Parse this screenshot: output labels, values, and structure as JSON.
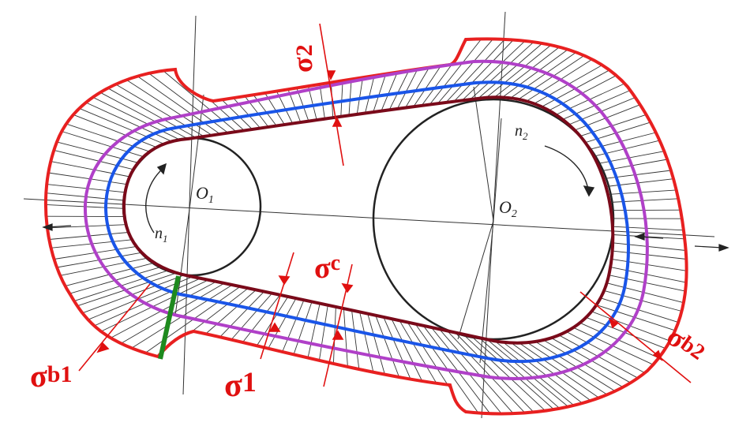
{
  "diagram": {
    "pulley_labels": {
      "o1": "O",
      "o1_sub": "1",
      "o2": "O",
      "o2_sub": "2"
    },
    "speed_labels": {
      "n1": "n",
      "n1_sub": "1",
      "n2": "n",
      "n2_sub": "2"
    },
    "stress_labels": {
      "sigma_2": {
        "sym": "σ",
        "sub": "2"
      },
      "sigma_c": {
        "sym": "σ",
        "sub": "c"
      },
      "sigma_1": {
        "sym": "σ",
        "sub": "1"
      },
      "sigma_b1": {
        "sym": "σ",
        "sub": "b1"
      },
      "sigma_b2": {
        "sym": "σ",
        "sub": "b2"
      }
    },
    "colors": {
      "envelope": "#e82020",
      "purple_curve": "#b040c8",
      "blue_curve": "#1a55e8",
      "belt": "#7a0a1a",
      "green_marker": "#1e8a1e",
      "ink": "#222222"
    }
  }
}
